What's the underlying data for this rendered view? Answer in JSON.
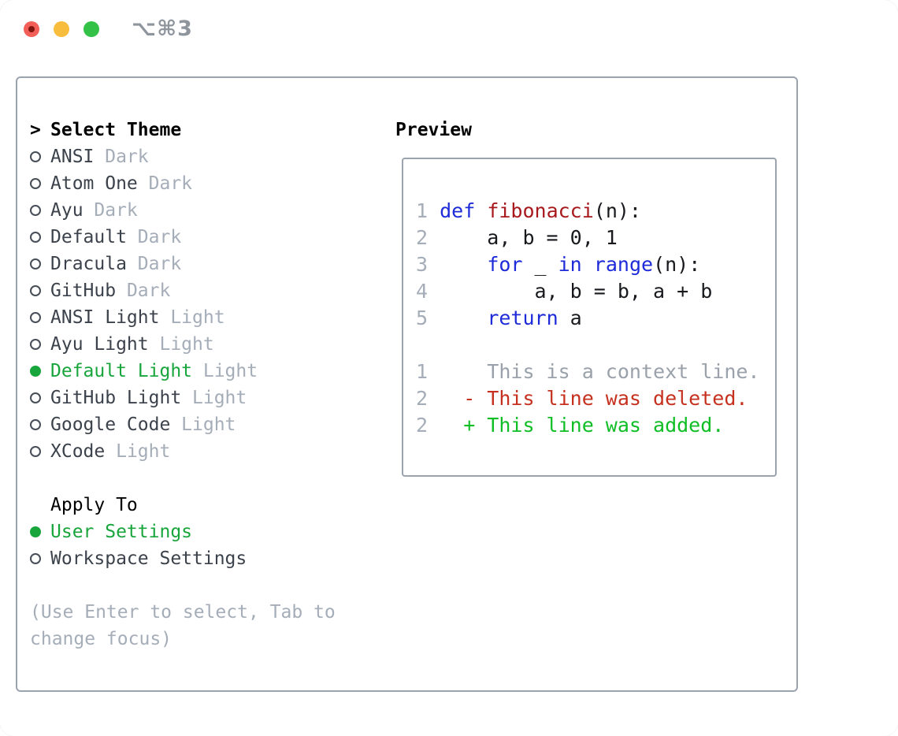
{
  "titlebar": {
    "title": "⌥⌘3"
  },
  "theme_selector": {
    "prompt": ">",
    "header": "Select Theme",
    "items": [
      {
        "label": "ANSI",
        "variant": "Dark",
        "selected": false
      },
      {
        "label": "Atom One",
        "variant": "Dark",
        "selected": false
      },
      {
        "label": "Ayu",
        "variant": "Dark",
        "selected": false
      },
      {
        "label": "Default",
        "variant": "Dark",
        "selected": false
      },
      {
        "label": "Dracula",
        "variant": "Dark",
        "selected": false
      },
      {
        "label": "GitHub",
        "variant": "Dark",
        "selected": false
      },
      {
        "label": "ANSI Light",
        "variant": "Light",
        "selected": false
      },
      {
        "label": "Ayu Light",
        "variant": "Light",
        "selected": false
      },
      {
        "label": "Default Light",
        "variant": "Light",
        "selected": true
      },
      {
        "label": "GitHub Light",
        "variant": "Light",
        "selected": false
      },
      {
        "label": "Google Code",
        "variant": "Light",
        "selected": false
      },
      {
        "label": "XCode",
        "variant": "Light",
        "selected": false
      }
    ]
  },
  "apply_to": {
    "header": "Apply To",
    "items": [
      {
        "label": "User Settings",
        "selected": true
      },
      {
        "label": "Workspace Settings",
        "selected": false
      }
    ]
  },
  "hint_lines": [
    "(Use Enter to select, Tab to",
    "change focus)"
  ],
  "preview": {
    "header": "Preview",
    "code_lines": [
      {
        "num": "1",
        "segments": [
          {
            "t": "def",
            "c": "kw"
          },
          {
            "t": " ",
            "c": "code"
          },
          {
            "t": "fibonacci",
            "c": "fn"
          },
          {
            "t": "(n):",
            "c": "code"
          }
        ]
      },
      {
        "num": "2",
        "segments": [
          {
            "t": "    a, b = 0, 1",
            "c": "code"
          }
        ]
      },
      {
        "num": "3",
        "segments": [
          {
            "t": "    ",
            "c": "code"
          },
          {
            "t": "for",
            "c": "kw"
          },
          {
            "t": " _ ",
            "c": "code"
          },
          {
            "t": "in",
            "c": "kw"
          },
          {
            "t": " ",
            "c": "code"
          },
          {
            "t": "range",
            "c": "kw"
          },
          {
            "t": "(n):",
            "c": "code"
          }
        ]
      },
      {
        "num": "4",
        "segments": [
          {
            "t": "        a, b = b, a + b",
            "c": "code"
          }
        ]
      },
      {
        "num": "5",
        "segments": [
          {
            "t": "    ",
            "c": "code"
          },
          {
            "t": "return",
            "c": "kw"
          },
          {
            "t": " a",
            "c": "code"
          }
        ]
      }
    ],
    "diff_lines": [
      {
        "num": "1",
        "segments": [
          {
            "t": "    This is a context line.",
            "c": "ctx"
          }
        ]
      },
      {
        "num": "2",
        "segments": [
          {
            "t": "  - This line was deleted.",
            "c": "del"
          }
        ]
      },
      {
        "num": "2",
        "segments": [
          {
            "t": "  + This line was added.",
            "c": "add"
          }
        ]
      }
    ]
  },
  "colors": {
    "accent_green": "#17a53c",
    "added_green": "#0fbe25",
    "deleted_red": "#c5311e",
    "keyword_blue": "#1e2bd8",
    "function_red": "#a8191e",
    "muted_gray": "#a5adb8",
    "text_dark": "#3c424b",
    "border_gray": "#9ba3ae",
    "traffic_red": "#f25f58",
    "traffic_yellow": "#f8bd3d",
    "traffic_green": "#33c148"
  }
}
